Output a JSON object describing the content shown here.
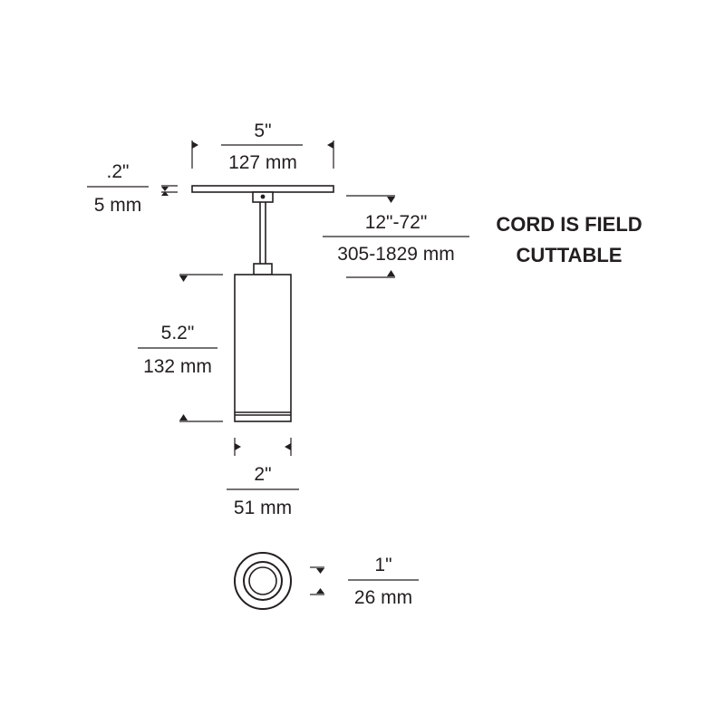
{
  "colors": {
    "ink": "#231f20",
    "background": "#ffffff"
  },
  "dimensions": {
    "canopy_width": {
      "imperial": "5\"",
      "metric": "127 mm"
    },
    "canopy_height": {
      "imperial": ".2\"",
      "metric": "5 mm"
    },
    "cord_length": {
      "imperial": "12\"-72\"",
      "metric": "305-1829 mm"
    },
    "body_height": {
      "imperial": "5.2\"",
      "metric": "132 mm"
    },
    "body_width": {
      "imperial": "2\"",
      "metric": "51 mm"
    },
    "aperture": {
      "imperial": "1\"",
      "metric": "26 mm"
    }
  },
  "note": {
    "line1": "CORD IS FIELD",
    "line2": "CUTTABLE"
  }
}
